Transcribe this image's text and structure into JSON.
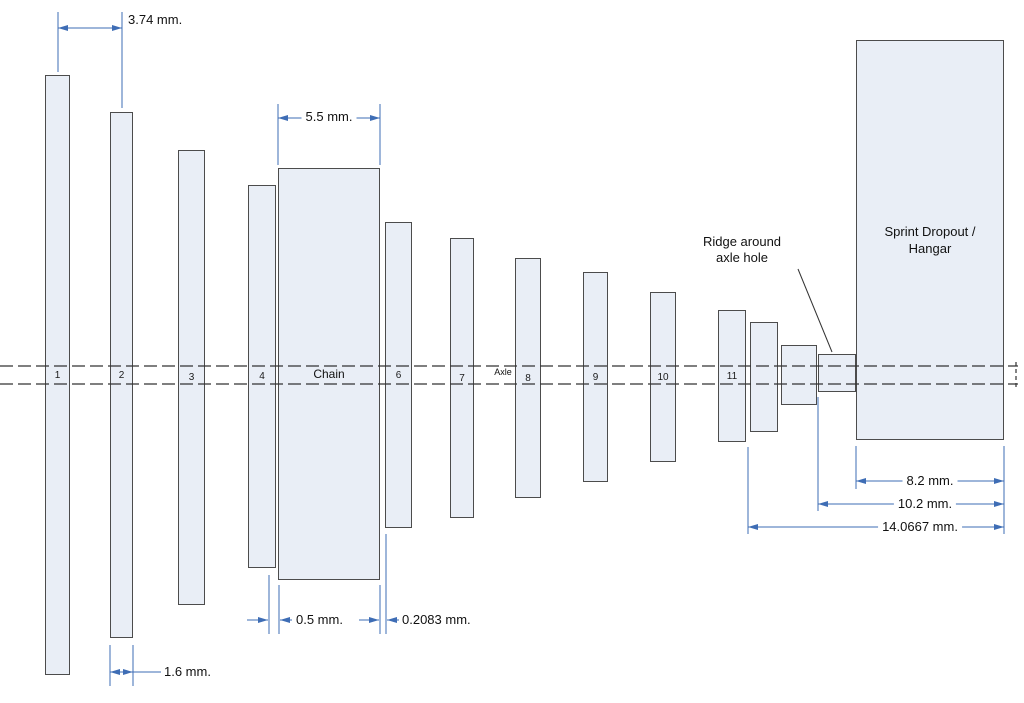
{
  "diagram": {
    "sprockets": [
      "1",
      "2",
      "3",
      "4",
      "6",
      "7",
      "8",
      "9",
      "10",
      "11"
    ],
    "labels": {
      "chain": "Chain",
      "axle": "Axle",
      "dropout": "Sprint Dropout /\nHangar",
      "ridge_note": "Ridge around\naxle hole"
    },
    "dimensions": {
      "pitch": "3.74 mm.",
      "chain_width": "5.5 mm.",
      "half_mm": "0.5 mm.",
      "chain_clearance": "0.2083 mm.",
      "sprocket_thickness": "1.6 mm.",
      "dropout_8_2": "8.2 mm.",
      "dropout_10_2": "10.2 mm.",
      "dropout_14_0667": "14.0667 mm."
    },
    "colors": {
      "part_fill": "#E9EEF6",
      "part_stroke": "#4C4C4C",
      "dimension_blue": "#3E6DB5",
      "centerline": "#333333"
    }
  }
}
